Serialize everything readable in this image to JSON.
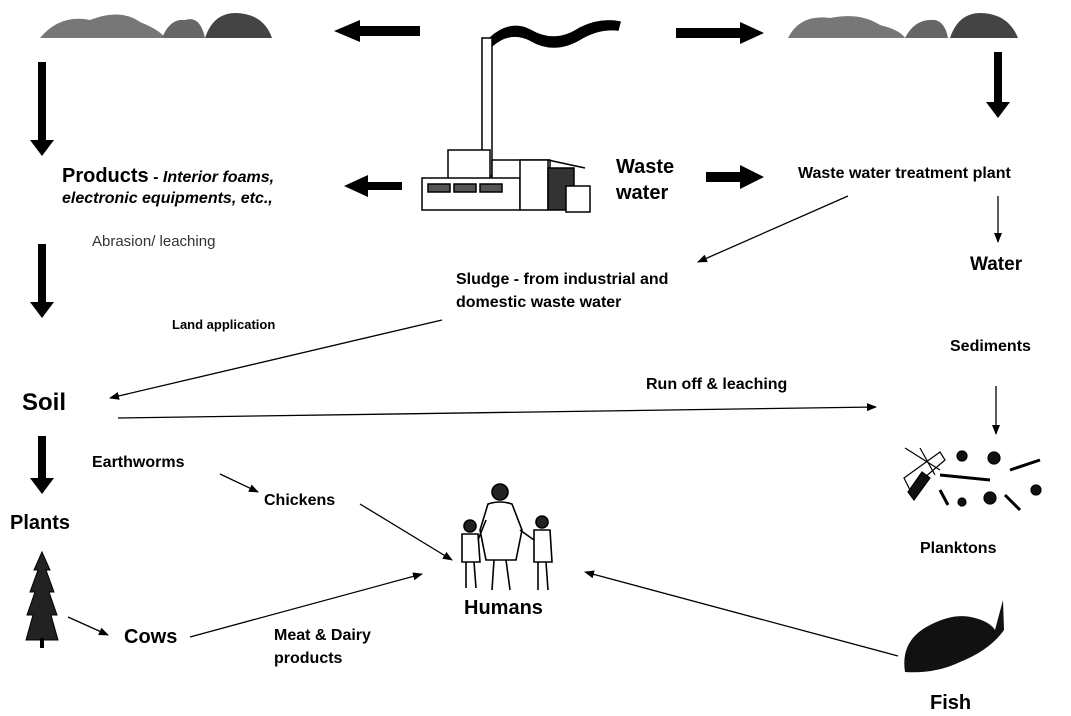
{
  "labels": {
    "products_head": "Products",
    "products_dash": " - ",
    "products_desc1": "Interior foams,",
    "products_desc2": "electronic equipments, etc.,",
    "abrasion": "Abrasion/ leaching",
    "waste_water_1": "Waste",
    "waste_water_2": "water",
    "wwtp": "Waste water treatment plant",
    "water": "Water",
    "sludge_1": "Sludge -  from industrial and",
    "sludge_2": "domestic waste water",
    "land_application": "Land application",
    "sediments": "Sediments",
    "soil": "Soil",
    "runoff": "Run off & leaching",
    "earthworms": "Earthworms",
    "chickens": "Chickens",
    "plants": "Plants",
    "planktons": "Planktons",
    "humans": "Humans",
    "cows": "Cows",
    "meat_1": "Meat & Dairy",
    "meat_2": "products",
    "fish": "Fish"
  },
  "icons": {
    "factory": "factory-icon",
    "smoke": "smoke-cloud-icon",
    "tree": "tree-icon",
    "family": "family-icon",
    "plankton": "plankton-icon",
    "fish": "fish-icon"
  }
}
